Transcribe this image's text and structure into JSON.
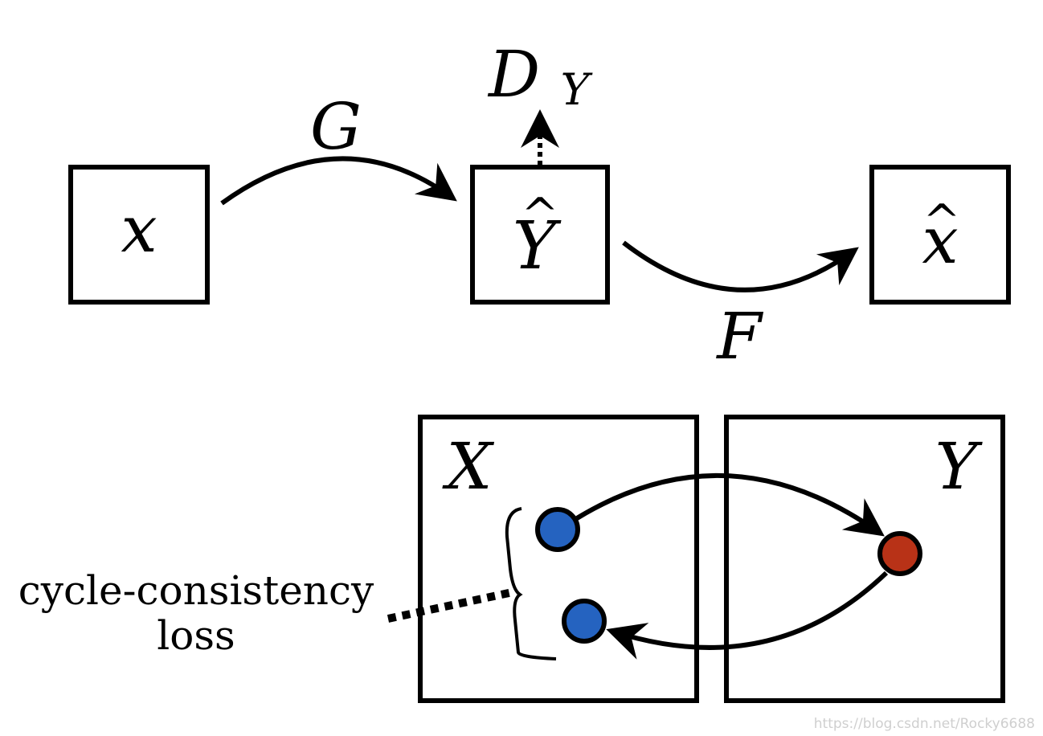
{
  "top": {
    "nodes": {
      "input": "x",
      "fake_y": "Y",
      "fake_y_hat": "^",
      "reconstruction": "x",
      "reconstruction_hat": "^"
    },
    "generator_label": "G",
    "inverse_label": "F",
    "discriminator": {
      "letter": "D",
      "subscript": "Y"
    }
  },
  "bottom": {
    "domain_x_label": "X",
    "domain_y_label": "Y",
    "loss_label_line1": "cycle-consistency",
    "loss_label_line2": "loss"
  },
  "colors": {
    "sample_x": "#2563c0",
    "sample_y": "#b83217",
    "stroke": "#000000"
  },
  "watermark": "https://blog.csdn.net/Rocky6688"
}
